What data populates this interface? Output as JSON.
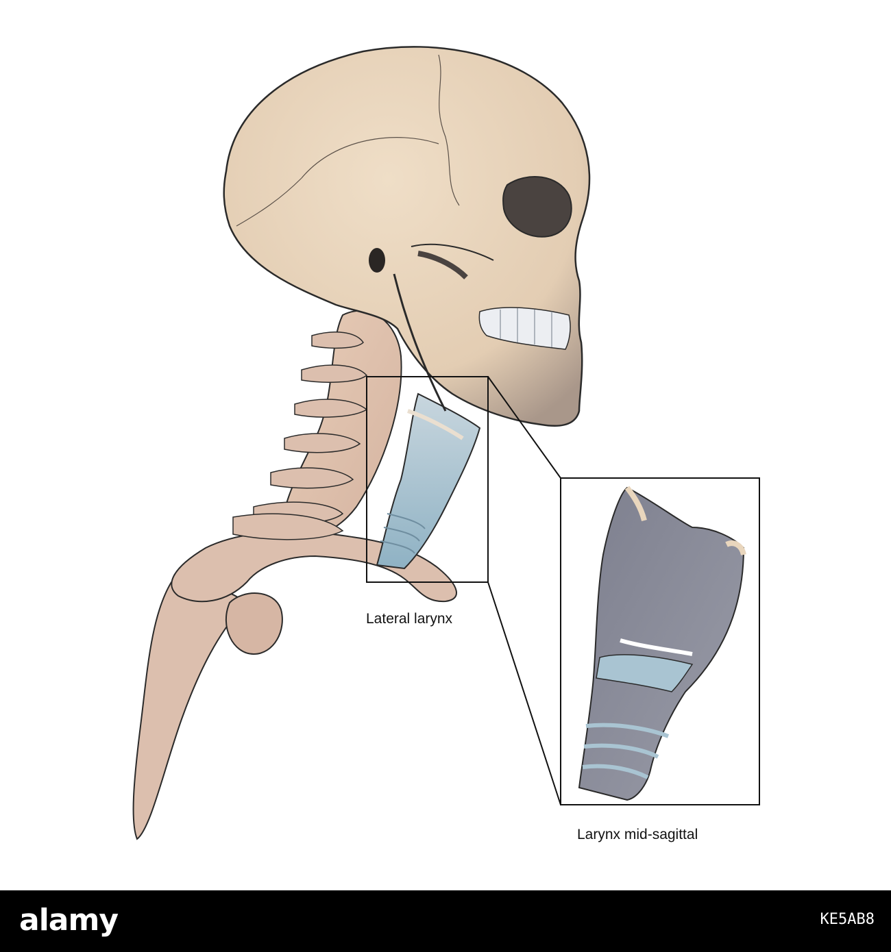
{
  "labels": {
    "lateral": "Lateral larynx",
    "mid_sagittal": "Larynx mid-sagittal"
  },
  "footer": {
    "brand": "alamy",
    "image_id": "KE5AB8"
  },
  "colors": {
    "bone": "#e9d6bd",
    "bone_shadow": "#b9a28f",
    "shoulder_bone": "#dcbfae",
    "cartilage_blue": "#a9c4d2",
    "muscle_gray": "#8b8c9a",
    "outline": "#2a2a2a",
    "footer_bg": "#000000"
  }
}
